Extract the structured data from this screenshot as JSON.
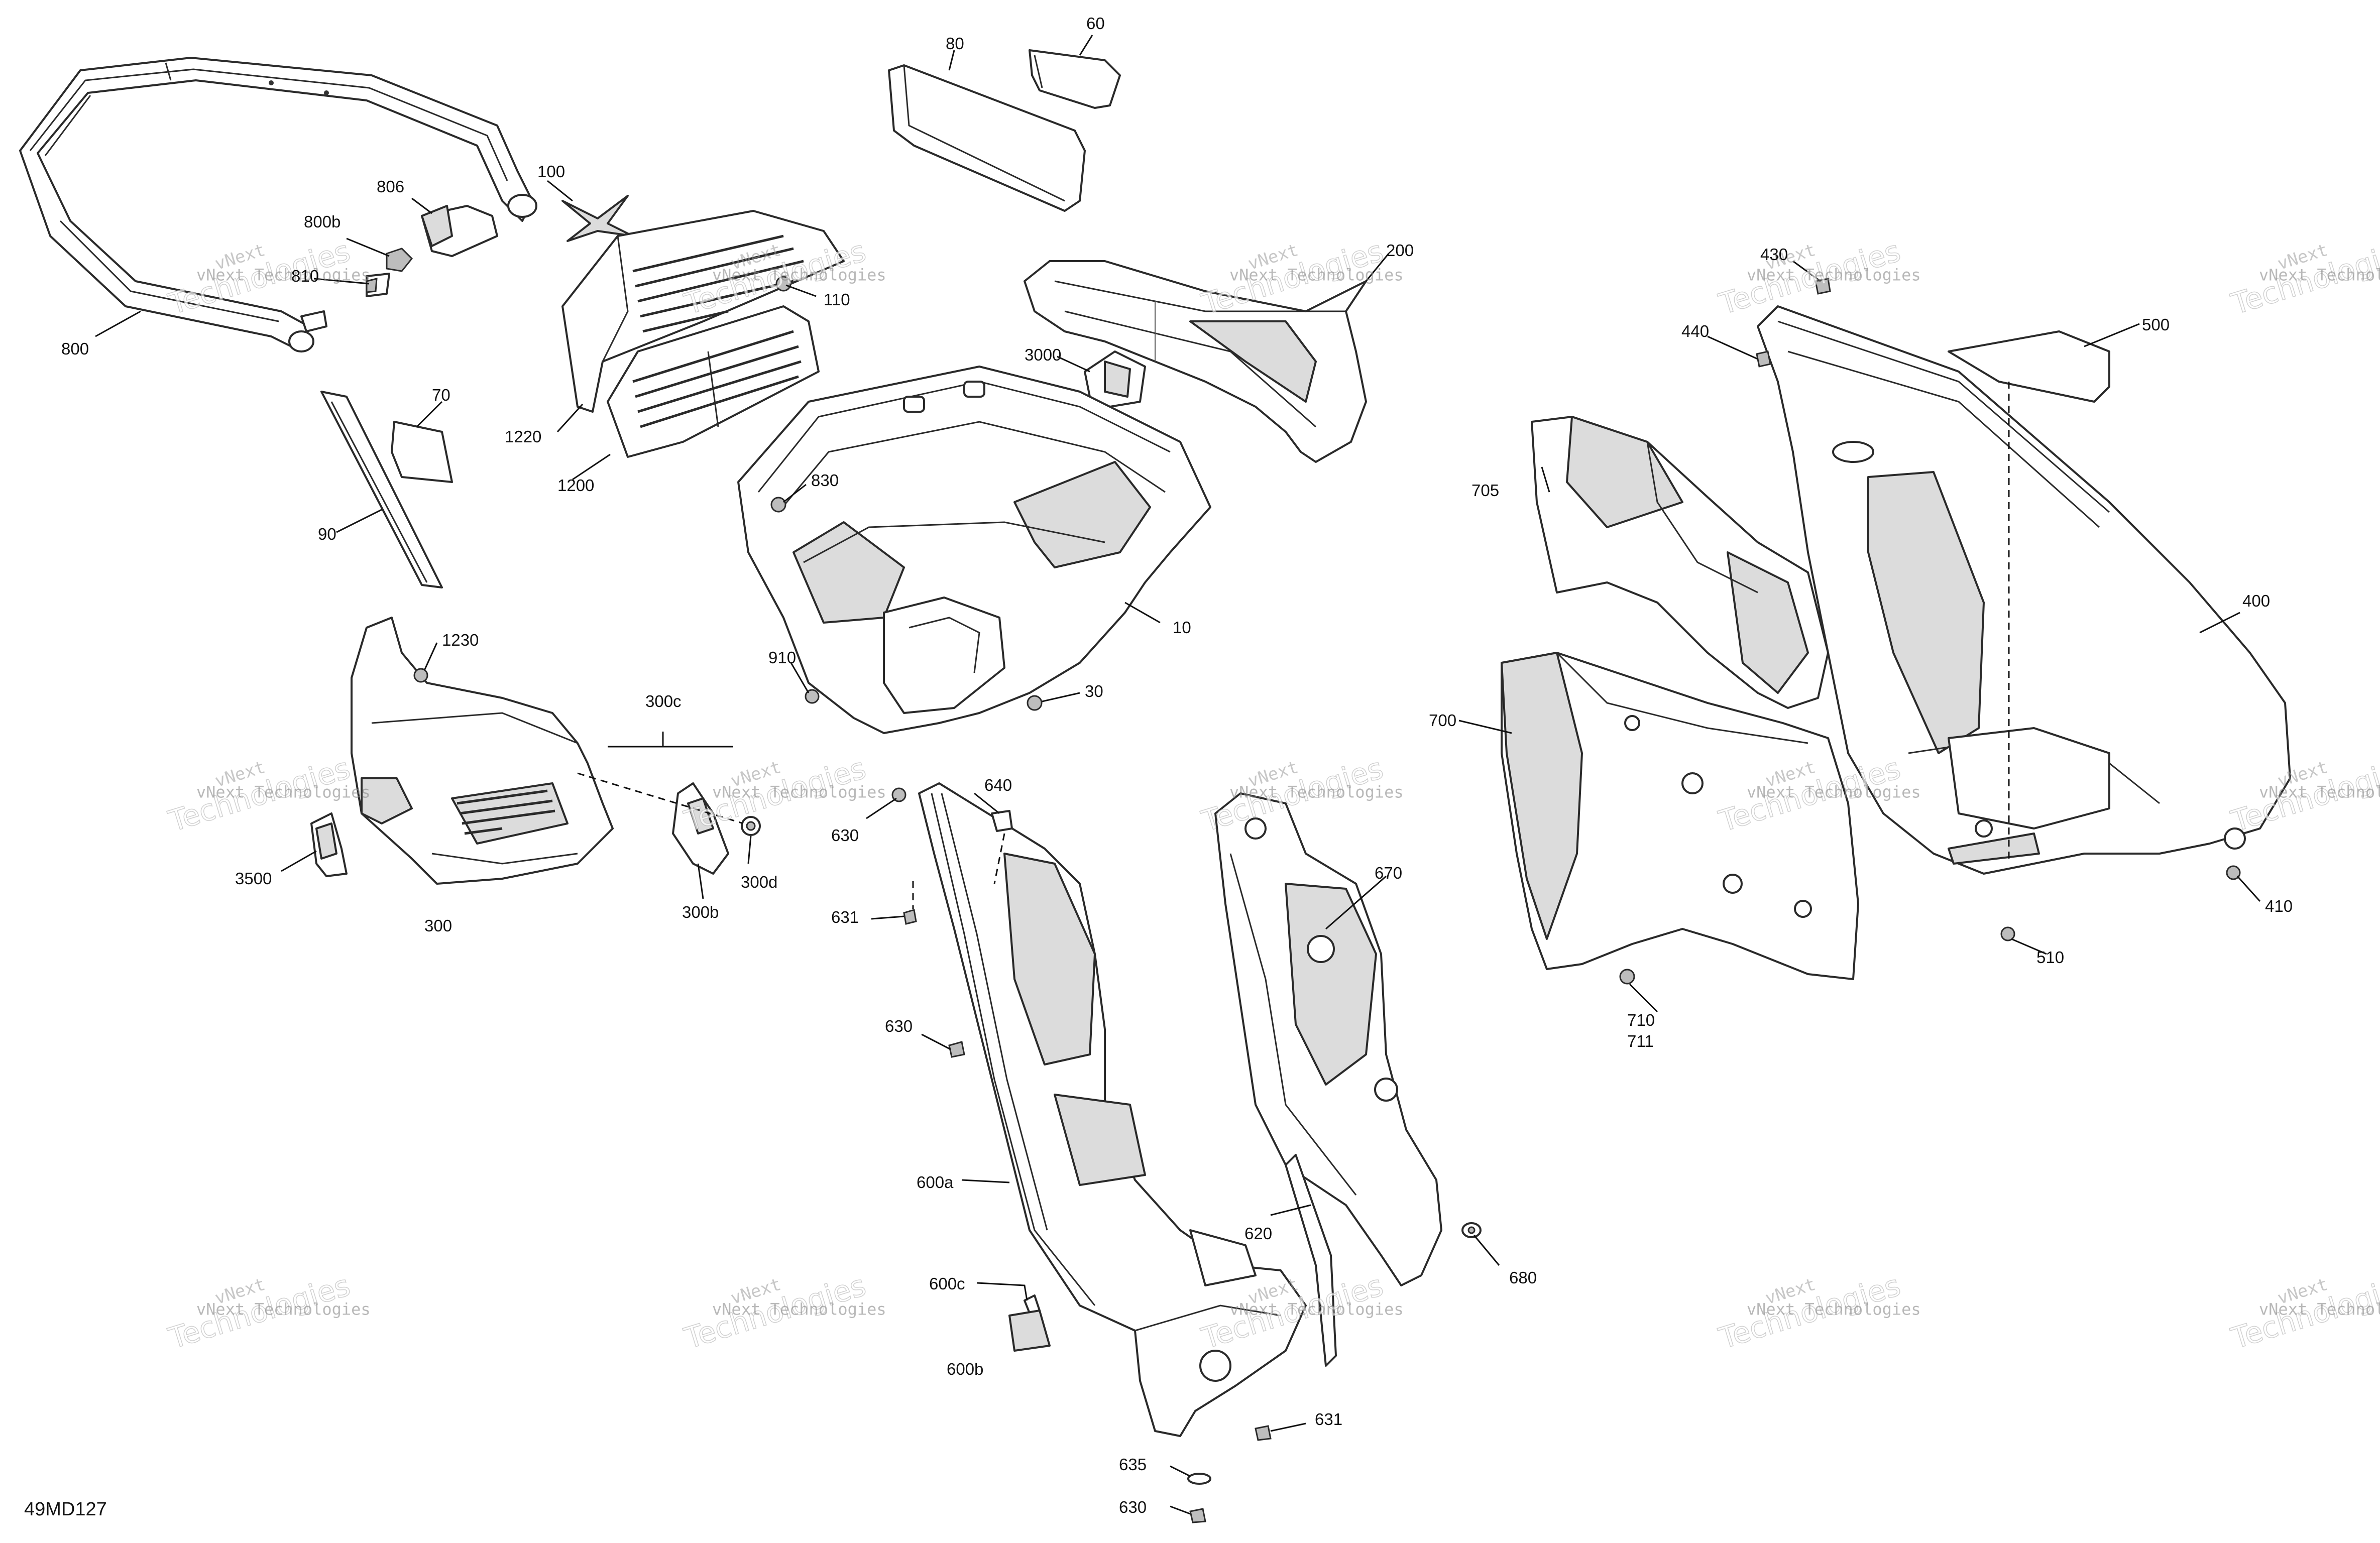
{
  "diagram_code": "49MD127",
  "watermark": {
    "line1": "vNext",
    "line2": "Technologies",
    "line3": "vNext Technologies"
  },
  "callouts": [
    {
      "id": "c800",
      "text": "800"
    },
    {
      "id": "c806",
      "text": "806"
    },
    {
      "id": "c800b",
      "text": "800b"
    },
    {
      "id": "c810",
      "text": "810"
    },
    {
      "id": "c100",
      "text": "100"
    },
    {
      "id": "c110",
      "text": "110"
    },
    {
      "id": "c1220",
      "text": "1220"
    },
    {
      "id": "c1200",
      "text": "1200"
    },
    {
      "id": "c70",
      "text": "70"
    },
    {
      "id": "c90",
      "text": "90"
    },
    {
      "id": "c80",
      "text": "80"
    },
    {
      "id": "c60",
      "text": "60"
    },
    {
      "id": "c200",
      "text": "200"
    },
    {
      "id": "c3000",
      "text": "3000"
    },
    {
      "id": "c830",
      "text": "830"
    },
    {
      "id": "c10",
      "text": "10"
    },
    {
      "id": "c910",
      "text": "910"
    },
    {
      "id": "c30",
      "text": "30"
    },
    {
      "id": "c1230",
      "text": "1230"
    },
    {
      "id": "c300c",
      "text": "300c"
    },
    {
      "id": "c3500",
      "text": "3500"
    },
    {
      "id": "c300",
      "text": "300"
    },
    {
      "id": "c300b",
      "text": "300b"
    },
    {
      "id": "c300d",
      "text": "300d"
    },
    {
      "id": "c640",
      "text": "640"
    },
    {
      "id": "c630a",
      "text": "630"
    },
    {
      "id": "c631a",
      "text": "631"
    },
    {
      "id": "c630b",
      "text": "630"
    },
    {
      "id": "c600a",
      "text": "600a"
    },
    {
      "id": "c600c",
      "text": "600c"
    },
    {
      "id": "c600b",
      "text": "600b"
    },
    {
      "id": "c670",
      "text": "670"
    },
    {
      "id": "c620",
      "text": "620"
    },
    {
      "id": "c680",
      "text": "680"
    },
    {
      "id": "c631b",
      "text": "631"
    },
    {
      "id": "c635",
      "text": "635"
    },
    {
      "id": "c630c",
      "text": "630"
    },
    {
      "id": "c430",
      "text": "430"
    },
    {
      "id": "c440",
      "text": "440"
    },
    {
      "id": "c500",
      "text": "500"
    },
    {
      "id": "c705",
      "text": "705"
    },
    {
      "id": "c400",
      "text": "400"
    },
    {
      "id": "c700",
      "text": "700"
    },
    {
      "id": "c410",
      "text": "410"
    },
    {
      "id": "c510",
      "text": "510"
    },
    {
      "id": "c710",
      "text": "710"
    },
    {
      "id": "c711",
      "text": "711"
    }
  ]
}
